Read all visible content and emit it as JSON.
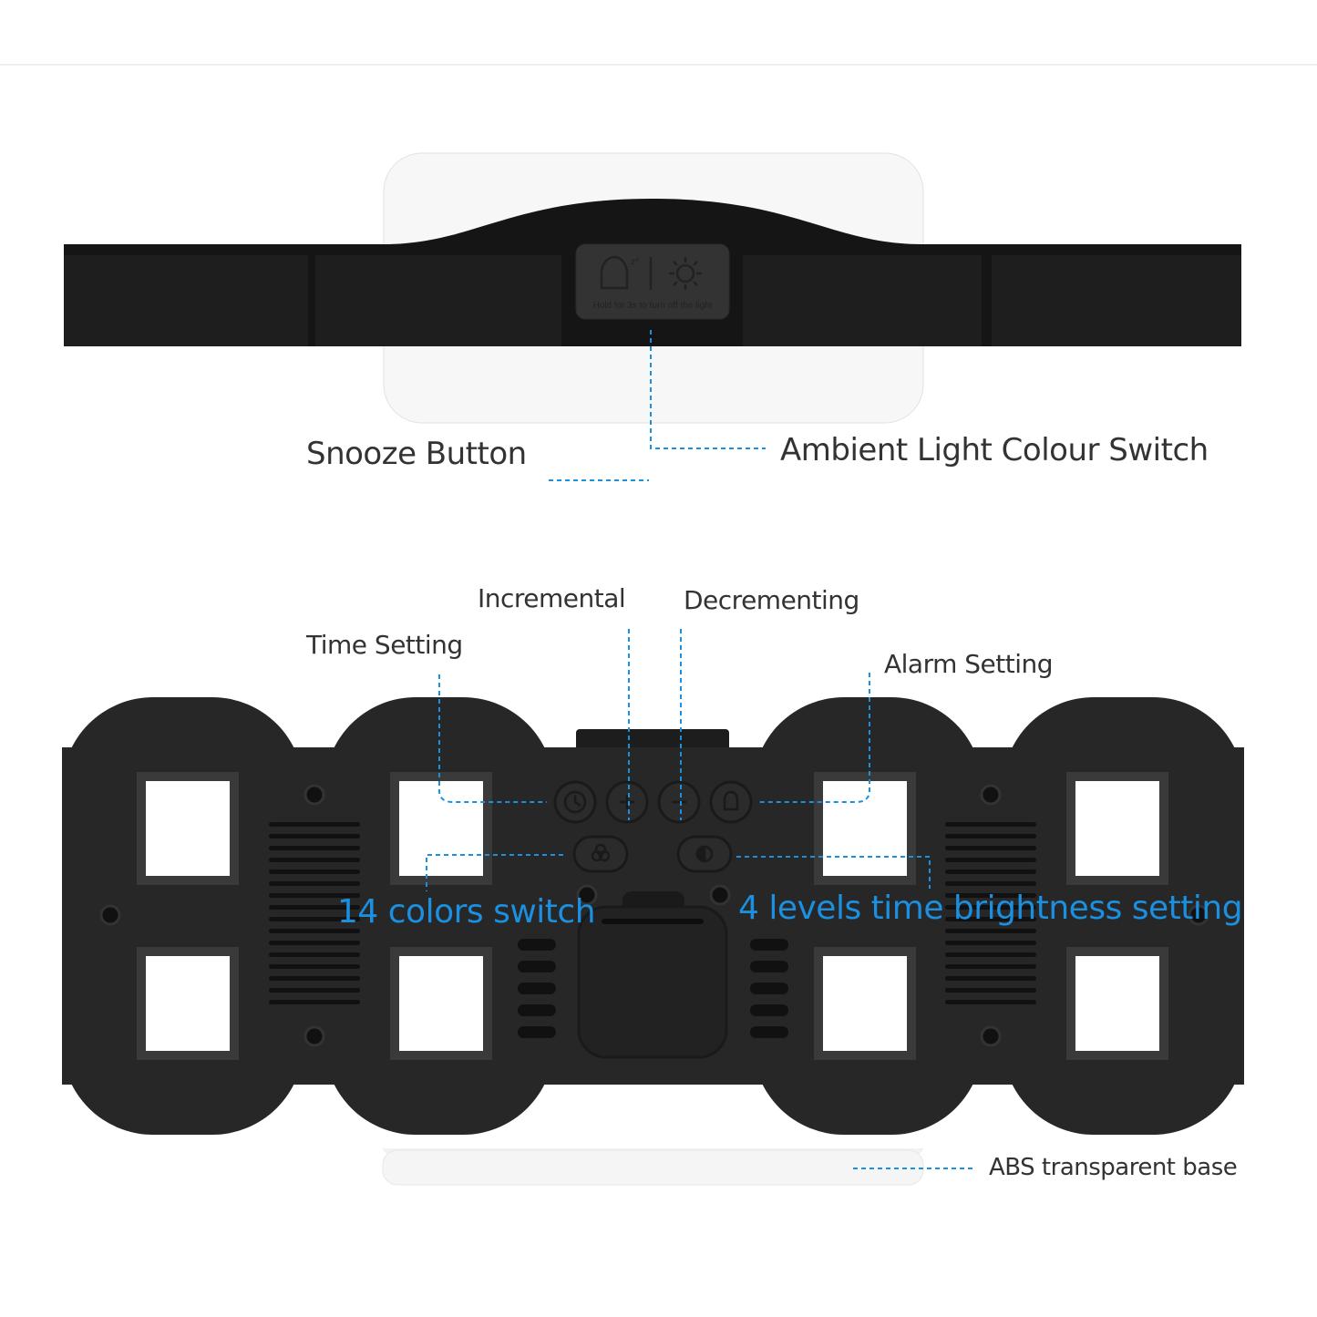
{
  "top_view": {
    "button_caption": "Hold for 3s to turn off the light",
    "labels": {
      "snooze": "Snooze Button",
      "ambient": "Ambient Light Colour Switch"
    }
  },
  "back_view": {
    "labels": {
      "incremental": "Incremental",
      "decrementing": "Decrementing",
      "time_setting": "Time Setting",
      "alarm_setting": "Alarm Setting",
      "colors_switch": "14 colors switch",
      "brightness": "4 levels time brightness setting",
      "base": "ABS transparent base"
    }
  },
  "colors": {
    "body": "#272727",
    "leader_line": "#1b8fe0",
    "label_text": "#333333",
    "highlight_text": "#1b8fe0"
  }
}
